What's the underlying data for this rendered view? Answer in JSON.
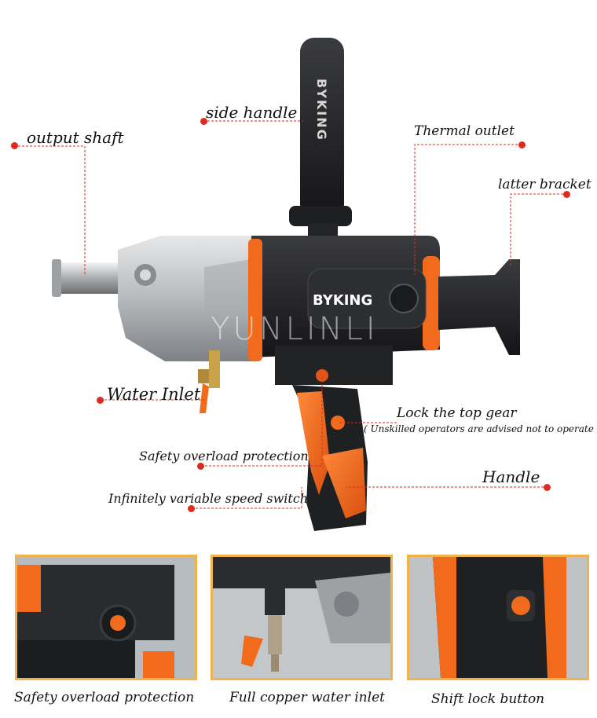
{
  "brand": "BYKING",
  "watermark": "YUNLINLI",
  "callouts": {
    "output_shaft": "output shaft",
    "side_handle": "side handle",
    "thermal_outlet": "Thermal outlet",
    "latter_bracket": "latter bracket",
    "water_inlet": "Water Inlet",
    "lock_top_gear": "Lock the top gear",
    "lock_top_gear_note": "( Unskilled operators are advised not to operate it)",
    "safety_overload": "Safety overload protection",
    "handle": "Handle",
    "speed_switch": "Infinitely variable speed switch"
  },
  "thumbnails": [
    {
      "caption": "Safety overload protection"
    },
    {
      "caption": "Full copper water inlet"
    },
    {
      "caption": "Shift lock button"
    }
  ],
  "colors": {
    "accent": "#f26a1b",
    "callout": "#e02a1f",
    "frame": "#f0b24a",
    "body": "#2b2b2d",
    "metal": "#b9bcbf"
  }
}
